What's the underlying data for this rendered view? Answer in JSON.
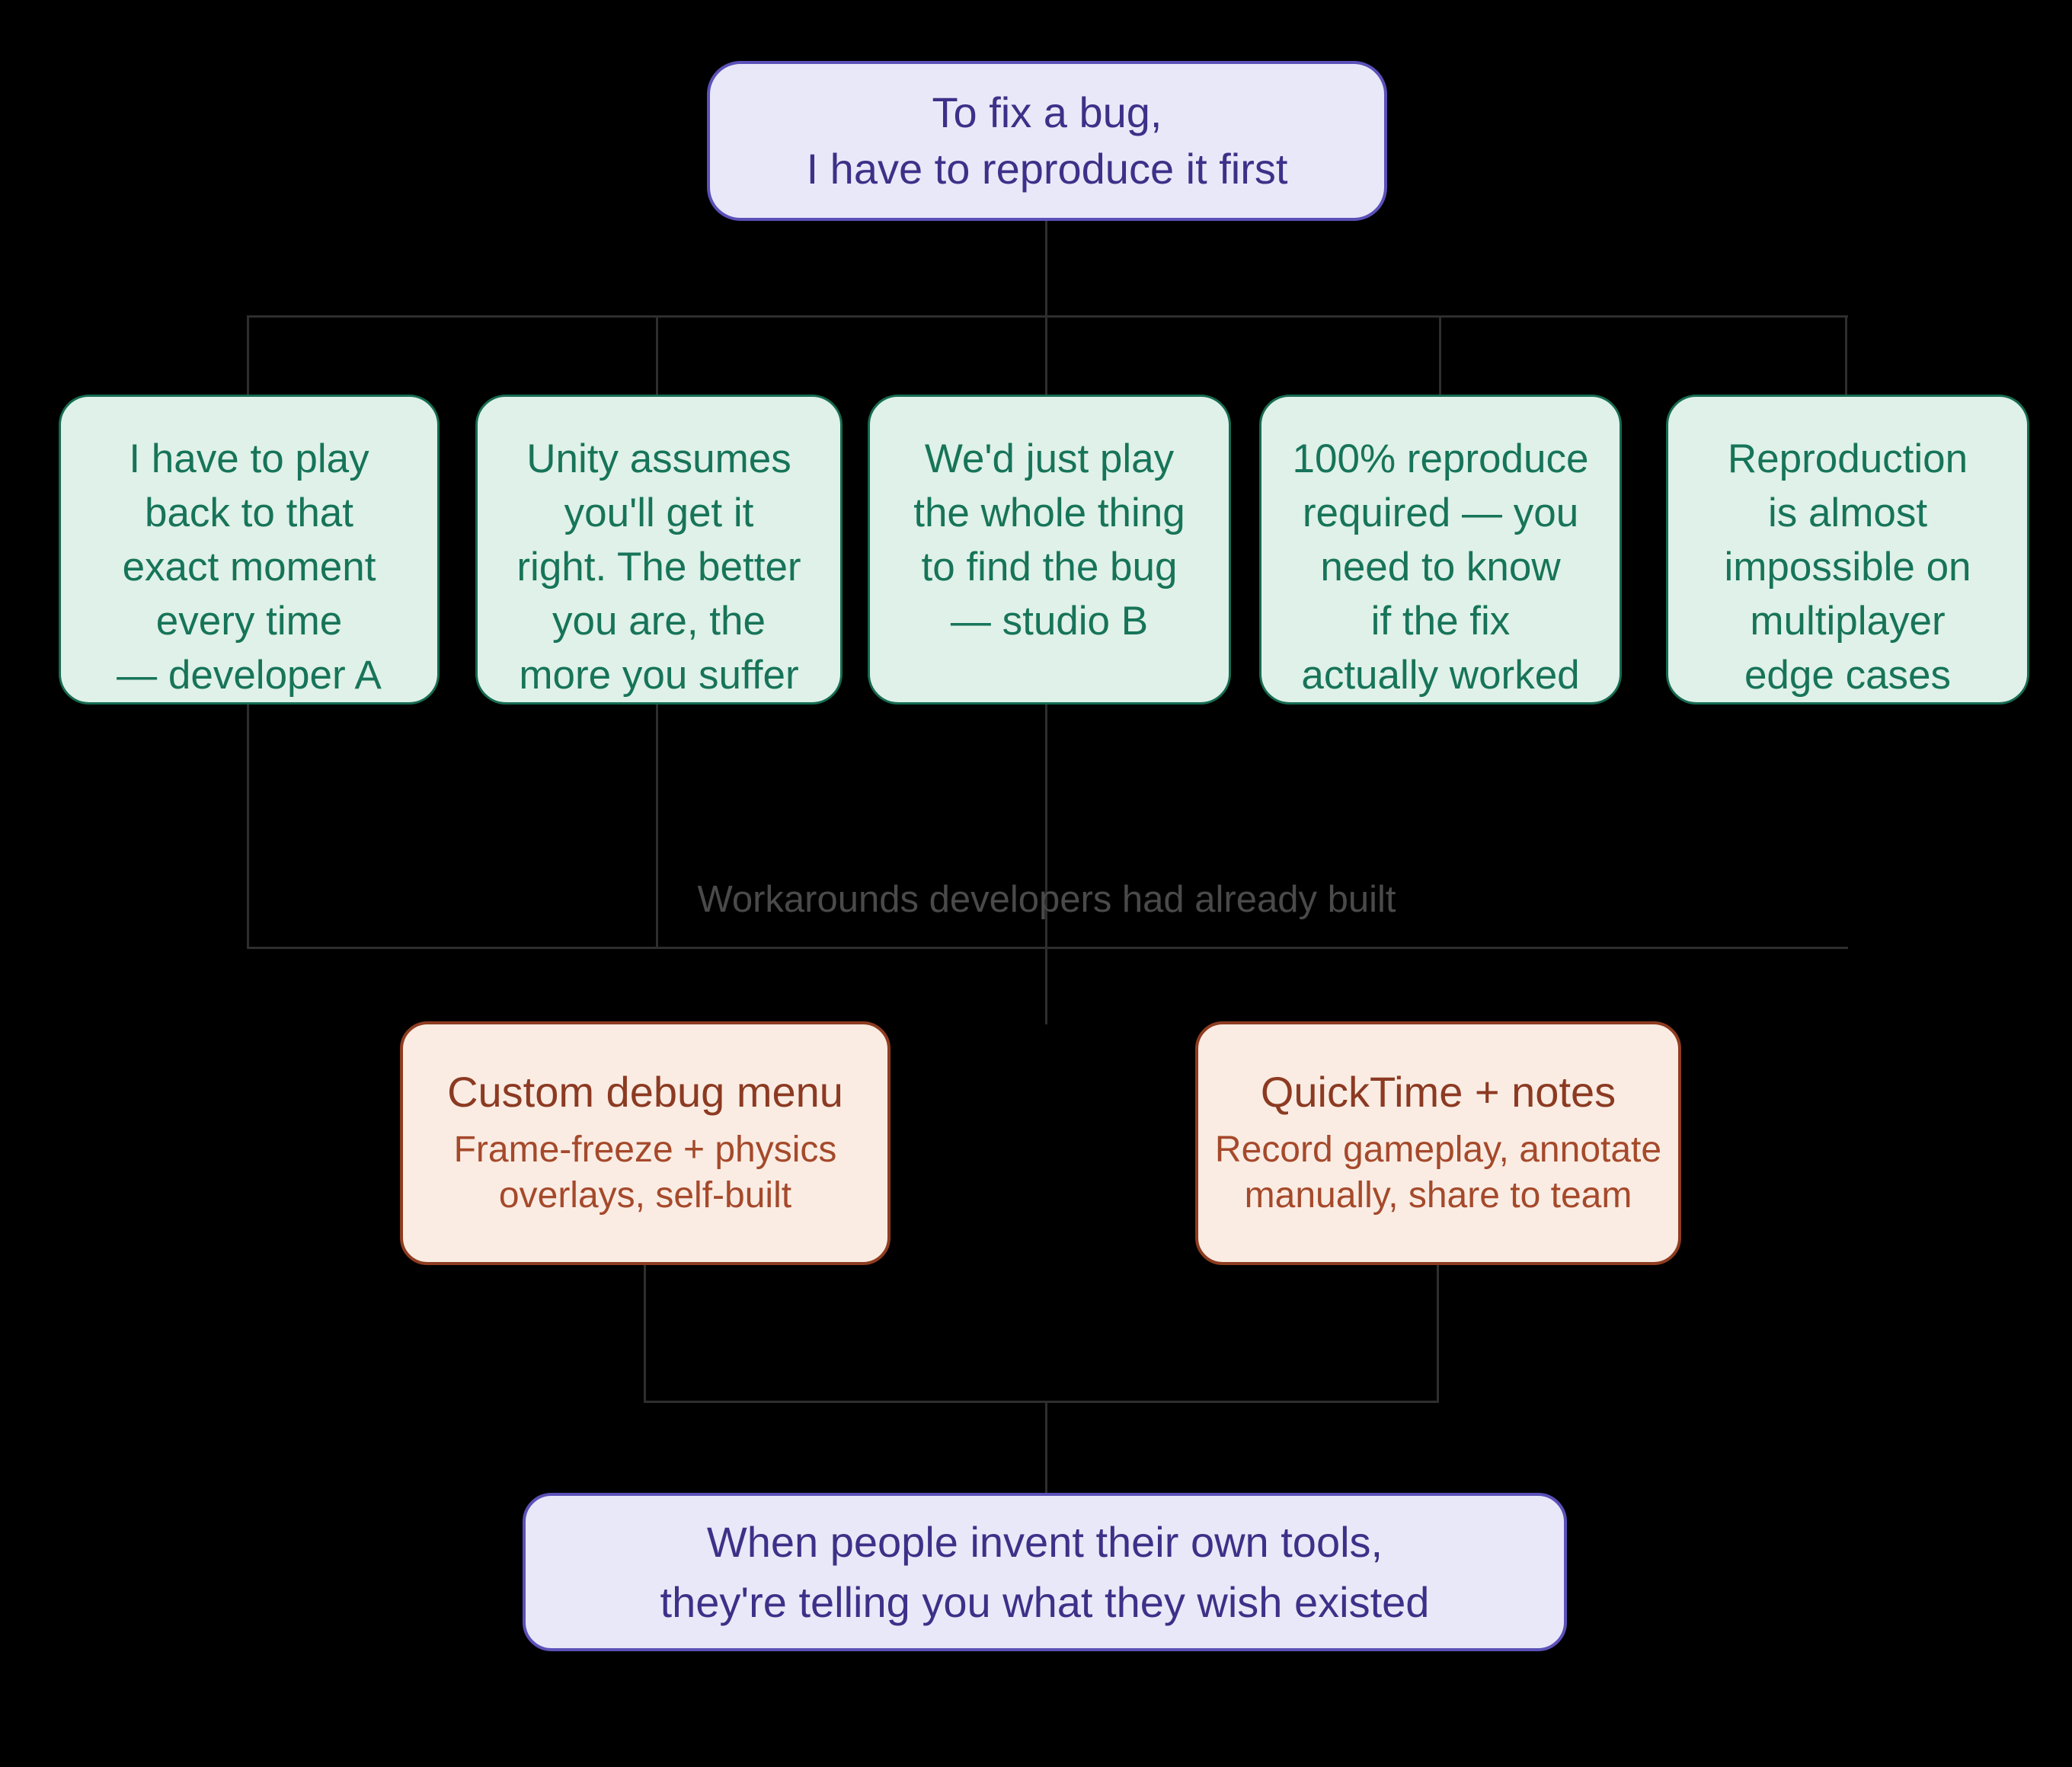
{
  "colors": {
    "background": "#000000",
    "connector": "#2e2e2e",
    "claim_fill": "#e9e8f8",
    "claim_border": "#5b51b8",
    "claim_text": "#3c3188",
    "pain_fill": "#dff1e8",
    "pain_border": "#166b51",
    "pain_text": "#177459",
    "workaround_fill": "#faece3",
    "workaround_border": "#8e3c20",
    "workaround_title_text": "#8c3a22",
    "workaround_description_text": "#a5492b",
    "section_label_text": "#4a4a4a"
  },
  "flowchart": {
    "root": {
      "lines": [
        "To fix a bug,",
        "I have to reproduce it first"
      ]
    },
    "pain_points": [
      {
        "lines": [
          "I have to play",
          "back to that",
          "exact moment",
          "every time",
          "— developer A"
        ]
      },
      {
        "lines": [
          "Unity assumes",
          "you'll get it",
          "right. The better",
          "you are, the",
          "more you suffer"
        ]
      },
      {
        "lines": [
          "We'd just play",
          "the whole thing",
          "to find the bug",
          "— studio B"
        ]
      },
      {
        "lines": [
          "100% reproduce",
          "required — you",
          "need to know",
          "if the fix",
          "actually worked"
        ]
      },
      {
        "lines": [
          "Reproduction",
          "is almost",
          "impossible on",
          "multiplayer",
          "edge cases"
        ]
      }
    ],
    "section_label": "Workarounds developers had already built",
    "workarounds": [
      {
        "title": "Custom debug menu",
        "description_lines": [
          "Frame-freeze + physics",
          "overlays, self-built"
        ]
      },
      {
        "title": "QuickTime + notes",
        "description_lines": [
          "Record gameplay, annotate",
          "manually, share to team"
        ]
      }
    ],
    "conclusion": {
      "lines": [
        "When people invent their own tools,",
        "they're telling you what they wish existed"
      ]
    }
  }
}
